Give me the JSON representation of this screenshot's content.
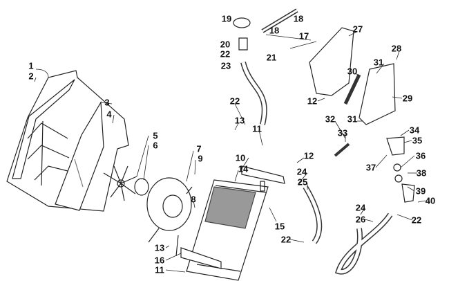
{
  "callouts": [
    {
      "id": "c1",
      "text": "1"
    },
    {
      "id": "c2",
      "text": "2"
    },
    {
      "id": "c3",
      "text": "3"
    },
    {
      "id": "c4",
      "text": "4"
    },
    {
      "id": "c5",
      "text": "5"
    },
    {
      "id": "c6",
      "text": "6"
    },
    {
      "id": "c7",
      "text": "7"
    },
    {
      "id": "c8",
      "text": "8"
    },
    {
      "id": "c9",
      "text": "9"
    },
    {
      "id": "c10",
      "text": "10"
    },
    {
      "id": "c11a",
      "text": "11"
    },
    {
      "id": "c11b",
      "text": "11"
    },
    {
      "id": "c12a",
      "text": "12"
    },
    {
      "id": "c12b",
      "text": "12"
    },
    {
      "id": "c13a",
      "text": "13"
    },
    {
      "id": "c13b",
      "text": "13"
    },
    {
      "id": "c14",
      "text": "14"
    },
    {
      "id": "c15",
      "text": "15"
    },
    {
      "id": "c16",
      "text": "16"
    },
    {
      "id": "c17",
      "text": "17"
    },
    {
      "id": "c18a",
      "text": "18"
    },
    {
      "id": "c18b",
      "text": "18"
    },
    {
      "id": "c19",
      "text": "19"
    },
    {
      "id": "c20",
      "text": "20"
    },
    {
      "id": "c21",
      "text": "21"
    },
    {
      "id": "c22a",
      "text": "22"
    },
    {
      "id": "c22b",
      "text": "22"
    },
    {
      "id": "c22c",
      "text": "22"
    },
    {
      "id": "c22d",
      "text": "22"
    },
    {
      "id": "c23",
      "text": "23"
    },
    {
      "id": "c24a",
      "text": "24"
    },
    {
      "id": "c24b",
      "text": "24"
    },
    {
      "id": "c25",
      "text": "25"
    },
    {
      "id": "c26",
      "text": "26"
    },
    {
      "id": "c27",
      "text": "27"
    },
    {
      "id": "c28",
      "text": "28"
    },
    {
      "id": "c29",
      "text": "29"
    },
    {
      "id": "c30",
      "text": "30"
    },
    {
      "id": "c31a",
      "text": "31"
    },
    {
      "id": "c31b",
      "text": "31"
    },
    {
      "id": "c32",
      "text": "32"
    },
    {
      "id": "c33",
      "text": "33"
    },
    {
      "id": "c34",
      "text": "34"
    },
    {
      "id": "c35",
      "text": "35"
    },
    {
      "id": "c36",
      "text": "36"
    },
    {
      "id": "c37",
      "text": "37"
    },
    {
      "id": "c38",
      "text": "38"
    },
    {
      "id": "c39",
      "text": "39"
    },
    {
      "id": "c40",
      "text": "40"
    }
  ]
}
